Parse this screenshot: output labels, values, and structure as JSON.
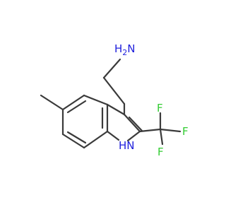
{
  "molecule": {
    "atoms": {
      "amine": "NH2",
      "amine_n": "N",
      "amine_h": "H",
      "amine_sub": "2",
      "ring_n": "N",
      "ring_h": "H",
      "f1": "F",
      "f2": "F",
      "f3": "F"
    },
    "colors": {
      "bond": "#3a3a3a",
      "nitrogen": "#1f1fdc",
      "fluorine": "#33cc33",
      "background": "#ffffff"
    }
  }
}
